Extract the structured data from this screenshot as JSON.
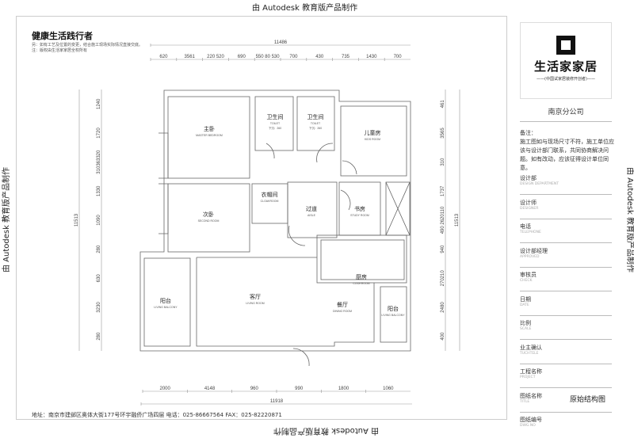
{
  "watermark": "由 Autodesk 教育版产品制作",
  "header": {
    "title": "健康生活践行者",
    "note1": "另：如有工艺及位置的变更，结合施工现场实际情况直接交底。",
    "note2": "注：版权由生活家家居全权所有"
  },
  "dimensions": {
    "top_total": "11486",
    "top": [
      "620",
      "3561",
      "220 520",
      "690",
      "550 80 530",
      "700",
      "430",
      "735",
      "1430",
      "700"
    ],
    "bottom": [
      "2000",
      "4148",
      "960",
      "990",
      "1800",
      "1060"
    ],
    "bottom_total": "11918",
    "left_total": "11513",
    "left": [
      "1240",
      "1720",
      "310363320",
      "1330",
      "1090",
      "280",
      "630",
      "3230",
      "280"
    ],
    "right_total": "11513",
    "right": [
      "461",
      "3565",
      "310",
      "1737",
      "490 2620110",
      "940",
      "270210",
      "2480",
      "400"
    ]
  },
  "rooms": [
    {
      "cn": "主卧",
      "en": "MASTER BEDROOM"
    },
    {
      "cn": "卫生间",
      "en": "TOILET",
      "sub": "下沉：260"
    },
    {
      "cn": "卫生间",
      "en": "TOILET",
      "sub": "下沉：260"
    },
    {
      "cn": "儿童房",
      "en": "KIDS ROOM"
    },
    {
      "cn": "衣帽间",
      "en": "CLOAKROOM"
    },
    {
      "cn": "过道",
      "en": "AISLE"
    },
    {
      "cn": "书房",
      "en": "STUDY ROOM"
    },
    {
      "cn": "次卧",
      "en": "SECOND ROOM"
    },
    {
      "cn": "厨房",
      "en": "COOKROOM"
    },
    {
      "cn": "客厅",
      "en": "LIVING ROOM"
    },
    {
      "cn": "餐厅",
      "en": "DINING ROOM"
    },
    {
      "cn": "阳台",
      "en": "LIVING BALCONY"
    },
    {
      "cn": "阳台",
      "en": "LIVING BALCONY"
    }
  ],
  "footer": {
    "address": "地址：南京市建邺区奥体大街177号环宇融侨广场四层   电话：025-86667564    FAX：025-82220871"
  },
  "title_block": {
    "logo_name": "生活家家居",
    "logo_sub": "——(中国试家居装修开创者)——",
    "branch": "南京分公司",
    "remark_title": "备注：",
    "remark": "施工图如与现场尺寸不符，施工单位应该与设计部门联系，共同协商解决问题。如有改动，应该征得设计单位同意。",
    "rows": [
      {
        "cn": "设计部",
        "en": "DESIGN DEPARTMENT"
      },
      {
        "cn": "设计师",
        "en": "DESIGNER"
      },
      {
        "cn": "电话",
        "en": "TELEPHONE"
      },
      {
        "cn": "设计部经理",
        "en": "APPROVED"
      },
      {
        "cn": "审核员",
        "en": "CHECK"
      },
      {
        "cn": "日期",
        "en": "DATE"
      },
      {
        "cn": "比例",
        "en": "SCALE"
      },
      {
        "cn": "业主确认",
        "en": "TUCHTELE"
      },
      {
        "cn": "工程名称",
        "en": "PROJECT"
      },
      {
        "cn": "图纸名称",
        "en": "TITLE",
        "value": "原始结构图"
      },
      {
        "cn": "图纸编号",
        "en": "DWG.NO"
      }
    ]
  }
}
